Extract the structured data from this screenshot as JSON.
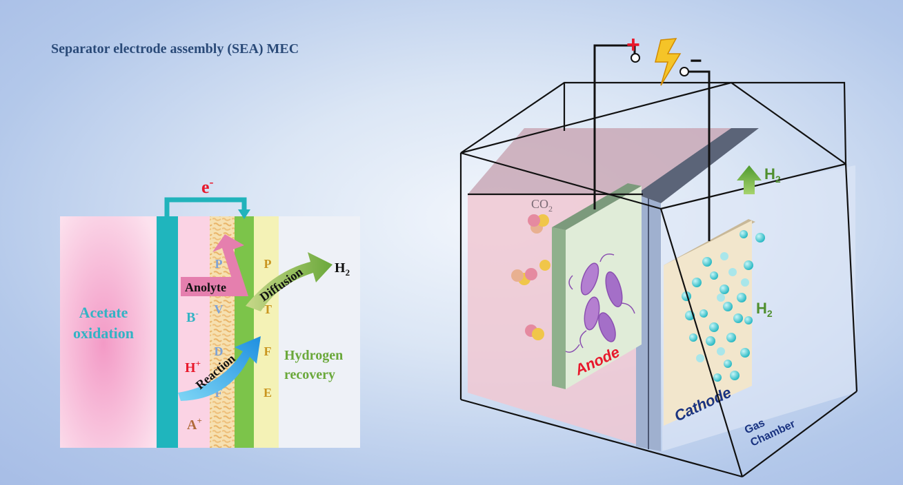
{
  "title": "Separator electrode assembly (SEA) MEC",
  "left_panel": {
    "electron": "e",
    "electron_sup": "-",
    "acetate_line1": "Acetate",
    "acetate_line2": "oxidation",
    "b_ion": "B",
    "b_sup": "-",
    "h_ion": "H",
    "h_sup": "+",
    "a_ion": "A",
    "a_sup": "+",
    "pvdf": [
      "P",
      "V",
      "D",
      "F"
    ],
    "ptfe": [
      "P",
      "T",
      "F",
      "E"
    ],
    "anolyte": "Anolyte",
    "reaction": "Reaction",
    "diffusion": "Diffusion",
    "h2": "H",
    "h2_sub": "2",
    "hydrogen_line1": "Hydrogen",
    "hydrogen_line2": "recovery"
  },
  "right_panel": {
    "plus": "+",
    "minus": "−",
    "co2": "CO",
    "co2_sub": "2",
    "h2_top": "H",
    "h2_top_sub": "2",
    "h2_mid": "H",
    "h2_mid_sub": "2",
    "anode": "Anode",
    "cathode": "Cathode",
    "gas_line1": "Gas",
    "gas_line2": "Chamber"
  },
  "colors": {
    "anode_electrode": "#1fb5bd",
    "hydrogen_green": "#6aa83a",
    "anolyte_pink": "#e07aa8",
    "reaction_blue": "#1f9fe0",
    "title_blue": "#2a4a78",
    "h2_particle": "#2bc0c8",
    "red_accent": "#e8192c"
  }
}
